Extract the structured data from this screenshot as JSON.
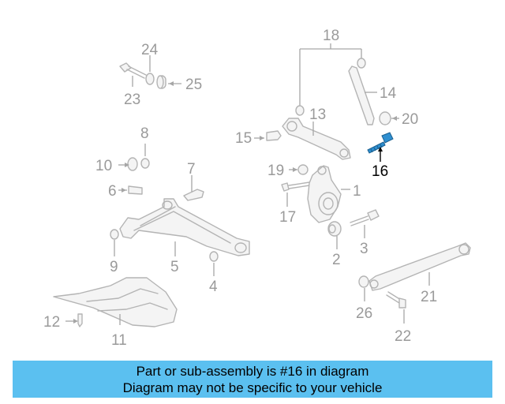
{
  "diagram": {
    "callouts": {
      "c1": "1",
      "c2": "2",
      "c3": "3",
      "c4": "4",
      "c5": "5",
      "c6": "6",
      "c7": "7",
      "c8": "8",
      "c9": "9",
      "c10": "10",
      "c11": "11",
      "c12": "12",
      "c13": "13",
      "c14": "14",
      "c15": "15",
      "c16": "16",
      "c17": "17",
      "c18": "18",
      "c19": "19",
      "c20": "20",
      "c21": "21",
      "c22": "22",
      "c23": "23",
      "c24": "24",
      "c25": "25",
      "c26": "26"
    },
    "highlighted_part": "16",
    "colors": {
      "highlight_part": "#2f8fd0",
      "parts": "#b4b4b4",
      "labels": "#9a9a9a"
    }
  },
  "banner": {
    "line1": "Part or sub-assembly is #16 in diagram",
    "line2": "Diagram may not be specific to your vehicle",
    "color": "#5bc0f0"
  }
}
